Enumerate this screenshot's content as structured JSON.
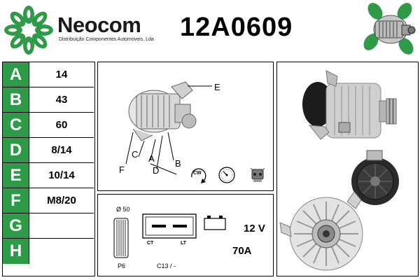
{
  "brand": {
    "name": "Neocom",
    "subtitle": "Distribuição Componentes Automóveis, Lda"
  },
  "part_number": "12A0609",
  "colors": {
    "accent": "#2f9a48",
    "text": "#000000"
  },
  "specs": [
    {
      "letter": "A",
      "value": "14"
    },
    {
      "letter": "B",
      "value": "43"
    },
    {
      "letter": "C",
      "value": "60"
    },
    {
      "letter": "D",
      "value": "8/14"
    },
    {
      "letter": "E",
      "value": "10/14"
    },
    {
      "letter": "F",
      "value": "M8/20"
    },
    {
      "letter": "G",
      "value": ""
    },
    {
      "letter": "H",
      "value": ""
    }
  ],
  "diagram": {
    "labels": {
      "a": "A",
      "b": "B",
      "c": "C",
      "d": "D",
      "e": "E",
      "f": "F"
    },
    "rotation_label": "CW"
  },
  "connector": {
    "pulley_diameter": "Ø 50",
    "pulley_type": "P6",
    "terminal_ct": "CT",
    "terminal_lt": "LT",
    "connector_code": "C13 / -",
    "voltage": "12 V",
    "amperage": "70A"
  },
  "icons": [
    "logo-flower-icon",
    "alternator-thumbnail-icon",
    "clockwise-rotation-icon",
    "gauge-icon",
    "regulator-icon",
    "battery-icon",
    "pulley-icon",
    "plug-icon"
  ]
}
